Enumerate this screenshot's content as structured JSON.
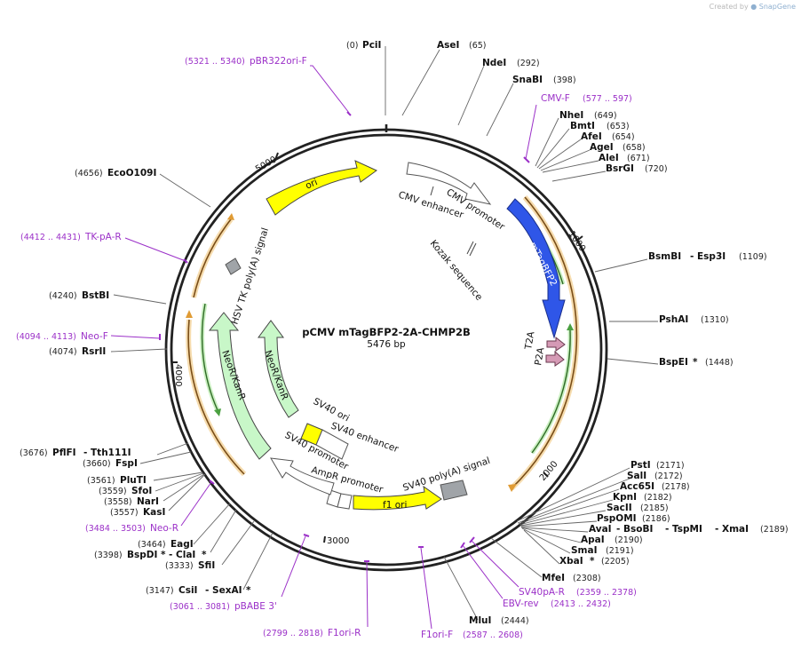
{
  "credit": {
    "prefix": "Created by",
    "brand": "SnapGene"
  },
  "plasmid": {
    "name": "pCMV mTagBFP2-2A-CHMP2B",
    "size": "5476 bp"
  },
  "ticks": [
    "1000",
    "2000",
    "3000",
    "4000",
    "5000"
  ],
  "features": {
    "cmv_enhancer": "CMV enhancer",
    "cmv_promoter": "CMV promoter",
    "kozak": "Kozak sequence",
    "mtagbfp2": "mTagBFP2",
    "t2a": "T2A",
    "p2a": "P2A",
    "sv40_polya": "SV40 poly(A) signal",
    "f1_ori": "f1 ori",
    "ampr_promoter": "AmpR promoter",
    "sv40_promoter": "SV40 promoter",
    "sv40_ori": "SV40 ori",
    "sv40_enhancer": "SV40 enhancer",
    "neor_inner": "NeoR/KanR",
    "neor_outer": "NeoR/KanR",
    "hsv_tk": "HSV TK poly(A) signal",
    "ori": "ori"
  },
  "sites": [
    {
      "pos": "(0)",
      "name": "PciI",
      "star": ""
    },
    {
      "name": "AseI",
      "pos": "(65)",
      "star": ""
    },
    {
      "name": "NdeI",
      "pos": "(292)",
      "star": ""
    },
    {
      "name": "SnaBI",
      "pos": "(398)",
      "star": ""
    },
    {
      "name": "NheI",
      "pos": "(649)",
      "star": ""
    },
    {
      "name": "BmtI",
      "pos": "(653)",
      "star": ""
    },
    {
      "name": "AfeI",
      "pos": "(654)",
      "star": ""
    },
    {
      "name": "AgeI",
      "pos": "(658)",
      "star": ""
    },
    {
      "name": "AleI",
      "pos": "(671)",
      "star": ""
    },
    {
      "name": "BsrGI",
      "pos": "(720)",
      "star": ""
    },
    {
      "name": "BsmBI",
      "name2": "- Esp3I",
      "pos": "(1109)",
      "star": ""
    },
    {
      "name": "PshAI",
      "pos": "(1310)",
      "star": ""
    },
    {
      "name": "BspEI",
      "pos": "(1448)",
      "star": "*"
    },
    {
      "name": "PstI",
      "pos": "(2171)",
      "star": ""
    },
    {
      "name": "SalI",
      "pos": "(2172)",
      "star": ""
    },
    {
      "name": "Acc65I",
      "pos": "(2178)",
      "star": ""
    },
    {
      "name": "KpnI",
      "pos": "(2182)",
      "star": ""
    },
    {
      "name": "SacII",
      "pos": "(2185)",
      "star": ""
    },
    {
      "name": "PspOMI",
      "pos": "(2186)",
      "star": ""
    },
    {
      "name": "AvaI",
      "name2": "- BsoBI",
      "name3": "- TspMI",
      "name4": "- XmaI",
      "pos": "(2189)",
      "star": ""
    },
    {
      "name": "ApaI",
      "pos": "(2190)",
      "star": ""
    },
    {
      "name": "SmaI",
      "pos": "(2191)",
      "star": ""
    },
    {
      "name": "XbaI",
      "pos": "(2205)",
      "star": "*"
    },
    {
      "name": "MfeI",
      "pos": "(2308)",
      "star": ""
    },
    {
      "name": "MluI",
      "pos": "(2444)",
      "star": ""
    },
    {
      "pos": "(3147)",
      "name": "CsiI",
      "name2": "- SexAI",
      "star": "*"
    },
    {
      "pos": "(3333)",
      "name": "SfiI",
      "star": ""
    },
    {
      "pos": "(3398)",
      "name": "BspDI",
      "name2": "- ClaI",
      "star": "*"
    },
    {
      "pos": "(3464)",
      "name": "EagI",
      "star": ""
    },
    {
      "pos": "(3557)",
      "name": "KasI",
      "star": ""
    },
    {
      "pos": "(3558)",
      "name": "NarI",
      "star": ""
    },
    {
      "pos": "(3559)",
      "name": "SfoI",
      "star": ""
    },
    {
      "pos": "(3561)",
      "name": "PluTI",
      "star": ""
    },
    {
      "pos": "(3660)",
      "name": "FspI",
      "star": ""
    },
    {
      "pos": "(3676)",
      "name": "PflFI",
      "name2": "- Tth111I",
      "star": ""
    },
    {
      "pos": "(4074)",
      "name": "RsrII",
      "star": ""
    },
    {
      "pos": "(4240)",
      "name": "BstBI",
      "star": ""
    },
    {
      "pos": "(4656)",
      "name": "EcoO109I",
      "star": ""
    }
  ],
  "primers": [
    {
      "range": "(5321 .. 5340)",
      "name": "pBR322ori-F"
    },
    {
      "name": "CMV-F",
      "range": "(577 .. 597)"
    },
    {
      "name": "SV40pA-R",
      "range": "(2359 .. 2378)"
    },
    {
      "name": "EBV-rev",
      "range": "(2413 .. 2432)"
    },
    {
      "name": "F1ori-F",
      "range": "(2587 .. 2608)"
    },
    {
      "range": "(2799 .. 2818)",
      "name": "F1ori-R"
    },
    {
      "range": "(3061 .. 3081)",
      "name": "pBABE 3'"
    },
    {
      "range": "(3484 .. 3503)",
      "name": "Neo-R"
    },
    {
      "range": "(4094 .. 4113)",
      "name": "Neo-F"
    },
    {
      "range": "(4412 .. 4431)",
      "name": "TK-pA-R"
    }
  ],
  "colors": {
    "backbone": "#222222",
    "promoter": "#ffffff",
    "cds_blue": "#2f56e8",
    "rep_origin": "#ffff00",
    "resistance": "#c8f7c8",
    "peptide_2a": "#d59ab5",
    "polya_box": "#a0a4a8",
    "primer": "#9b30c8",
    "orf_orange": "#e0a050",
    "orf_green": "#4aa040"
  }
}
